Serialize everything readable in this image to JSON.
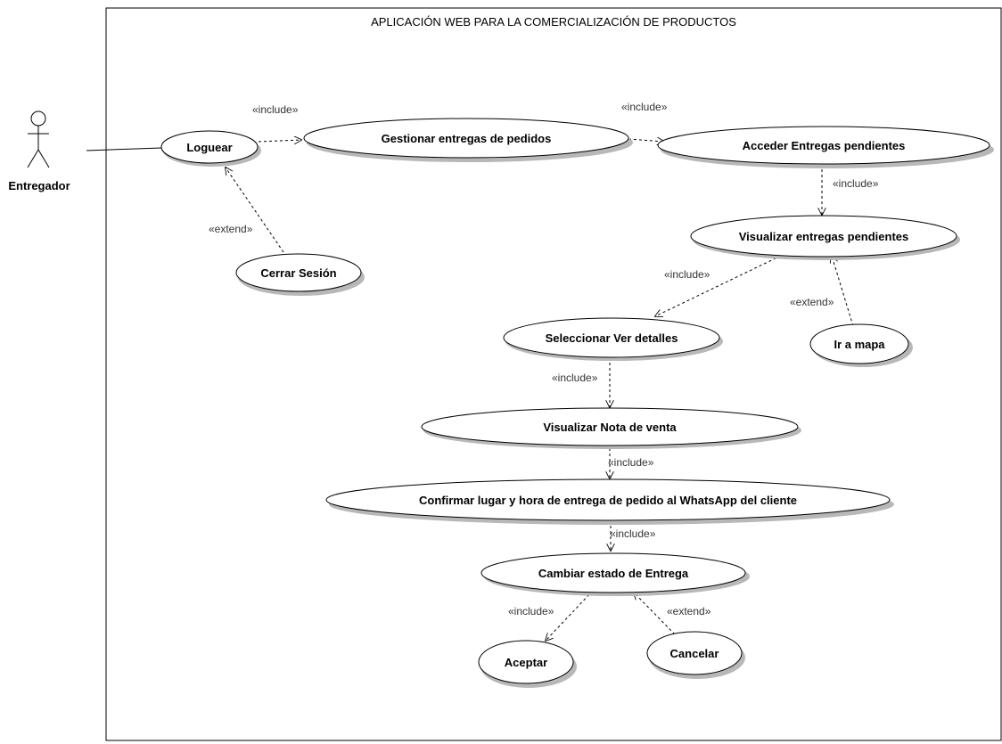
{
  "system": {
    "title": "APLICACIÓN WEB PARA LA COMERCIALIZACIÓN DE PRODUCTOS"
  },
  "actor": {
    "name": "Entregador"
  },
  "use_cases": {
    "loguear": "Loguear",
    "gestionar": "Gestionar entregas de pedidos",
    "acceder": "Acceder Entregas pendientes",
    "visualizar_entregas": "Visualizar entregas pendientes",
    "cerrar_sesion": "Cerrar Sesión",
    "seleccionar": "Seleccionar Ver detalles",
    "ir_mapa": "Ir a mapa",
    "visualizar_nota": "Visualizar Nota de venta",
    "confirmar": "Confirmar lugar y hora de entrega de pedido al WhatsApp del cliente",
    "cambiar_estado": "Cambiar estado de Entrega",
    "aceptar": "Aceptar",
    "cancelar": "Cancelar"
  },
  "stereotypes": {
    "include": "«include»",
    "extend": "«extend»"
  }
}
